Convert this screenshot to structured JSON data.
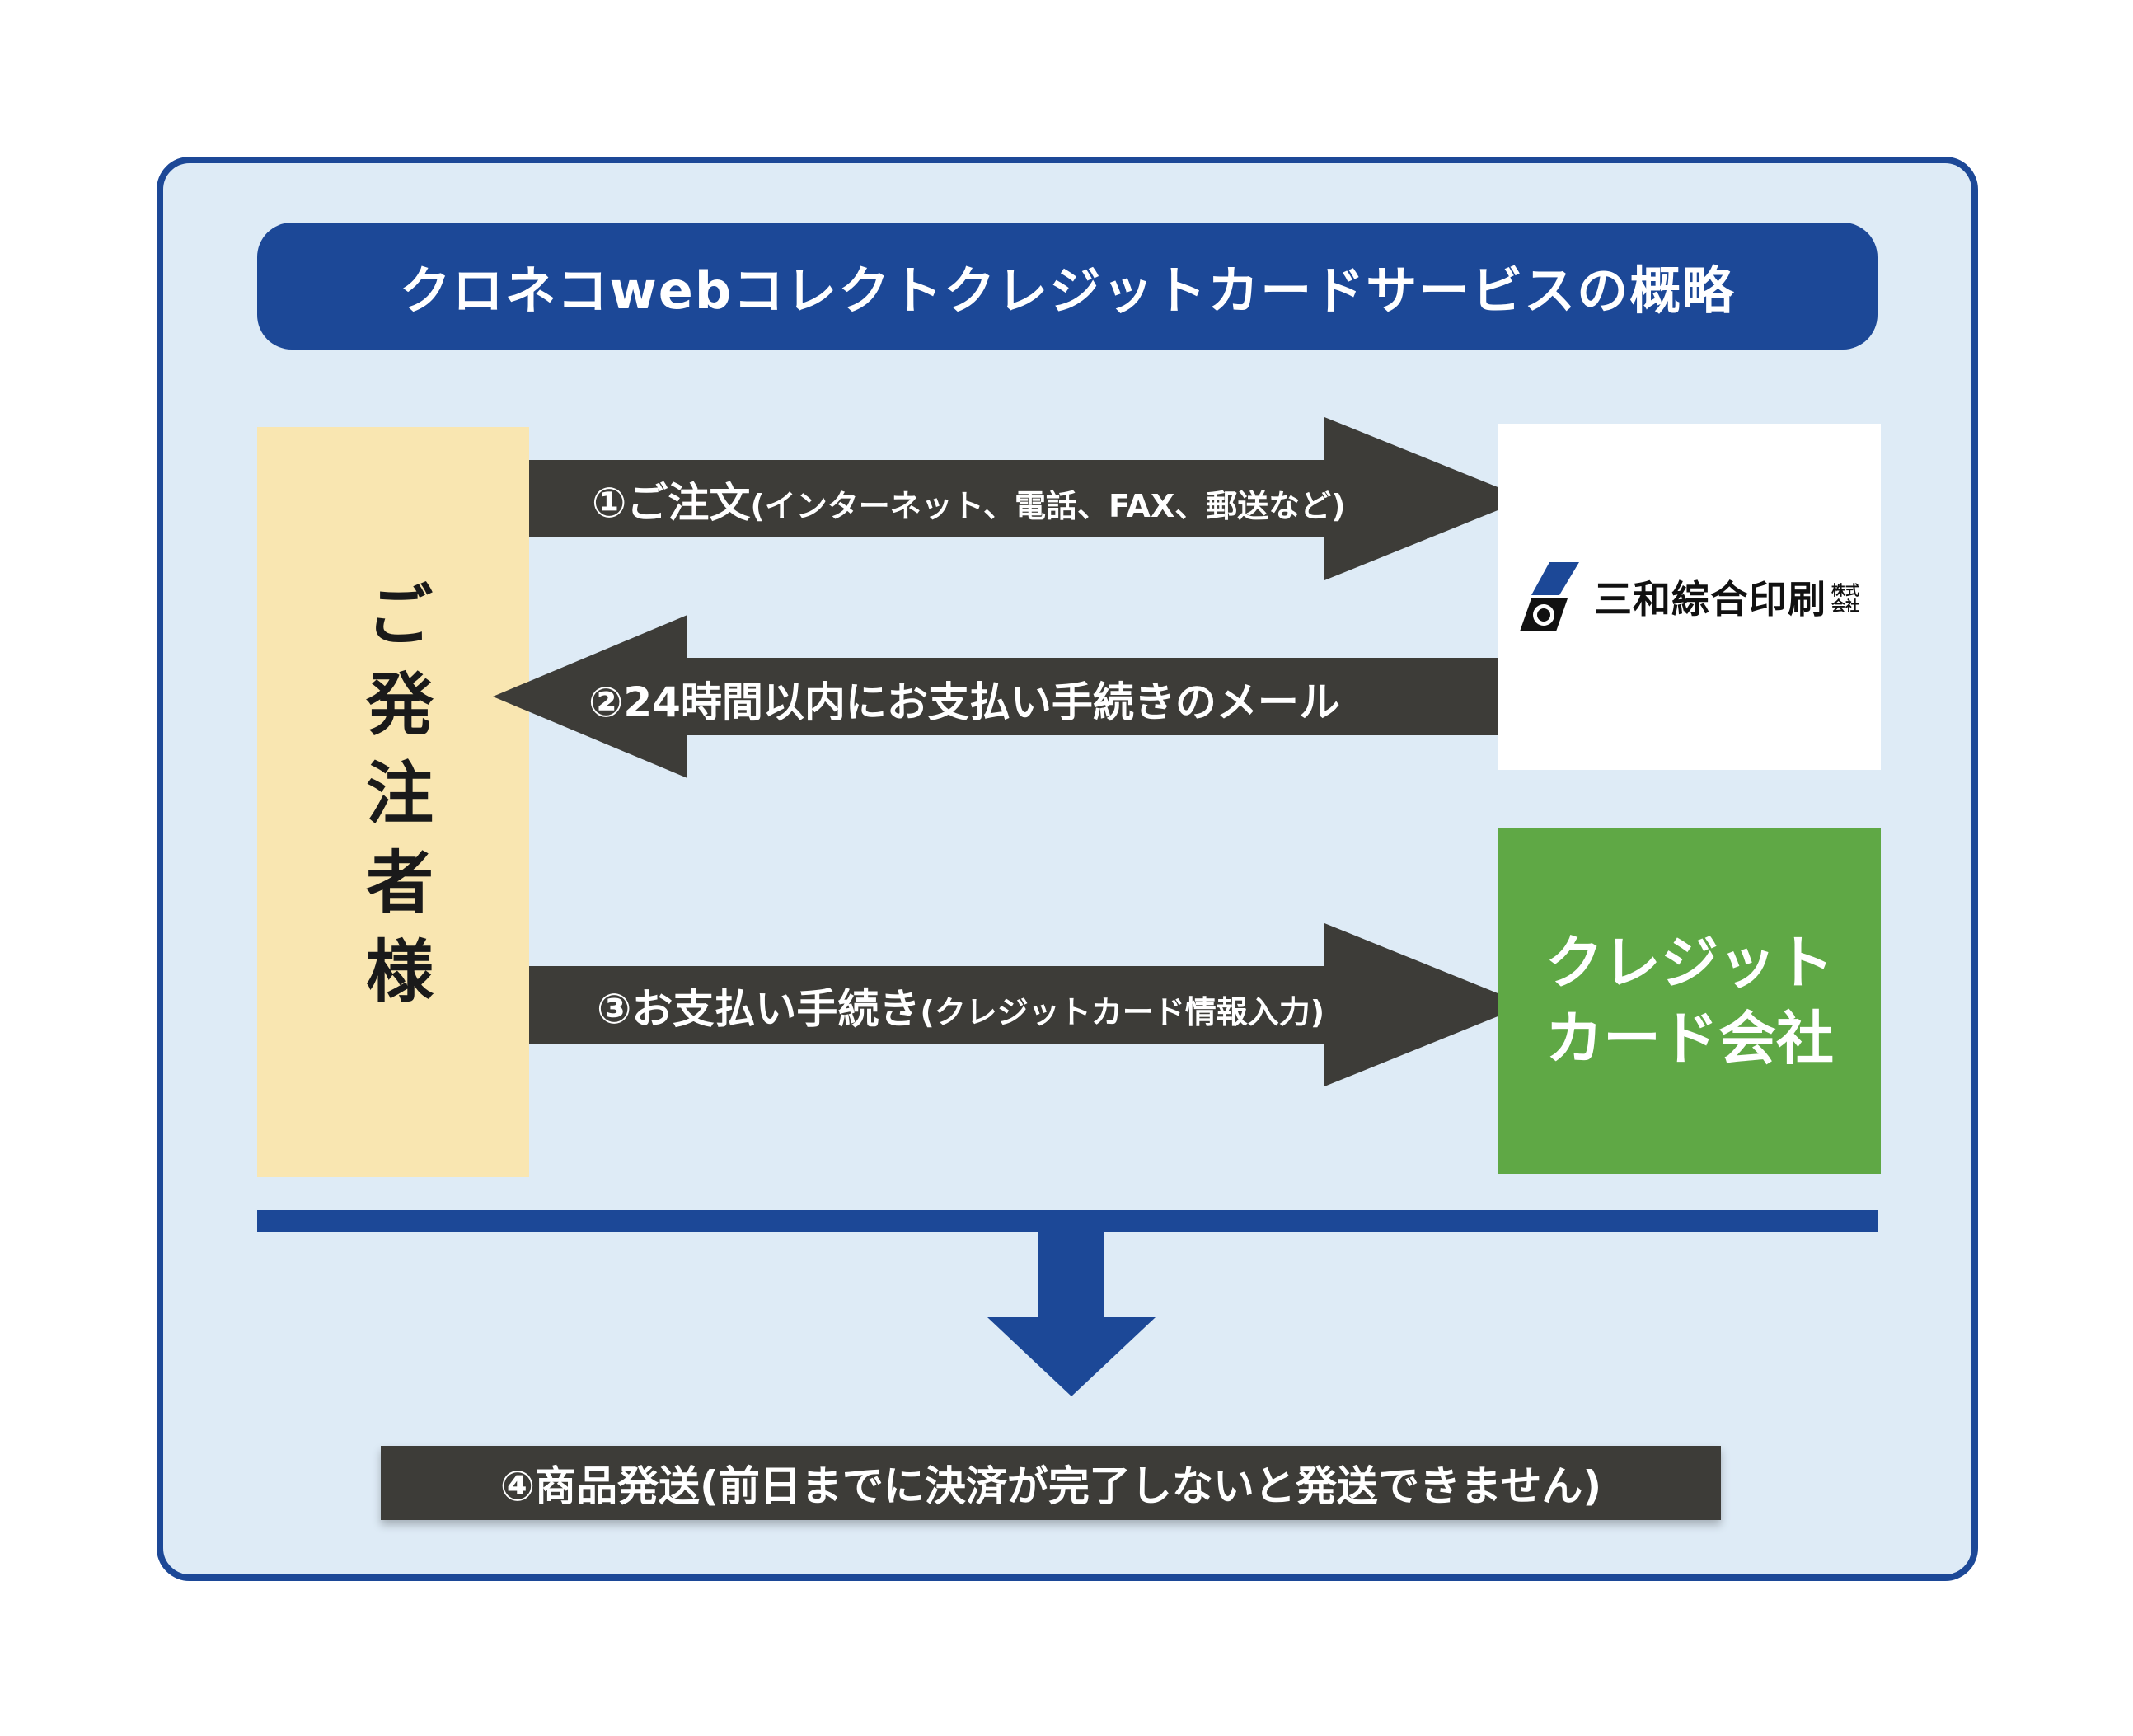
{
  "title": "クロネコwebコレクトクレジットカードサービスの概略",
  "orderer": "ご発注者様",
  "company_logo": {
    "name": "三和綜合印刷",
    "suffix_line1": "株式",
    "suffix_line2": "会社"
  },
  "card_company": {
    "line1": "クレジット",
    "line2": "カード会社"
  },
  "steps": {
    "step1": {
      "main": "①ご注文",
      "sub": "(インターネット、電話、FAX、郵送など)"
    },
    "step2": {
      "main": "②24時間以内にお支払い手続きのメール"
    },
    "step3": {
      "main": "③お支払い手続き",
      "sub": "(クレジットカード情報入力)"
    },
    "step4": {
      "main": "④商品発送(前日までに決済が完了しないと発送できません)"
    }
  },
  "colors": {
    "frame": "#1c4897",
    "background": "#deebf6",
    "orderer_box": "#f9e6b1",
    "card_box": "#5fa845",
    "arrow": "#3d3c38"
  }
}
